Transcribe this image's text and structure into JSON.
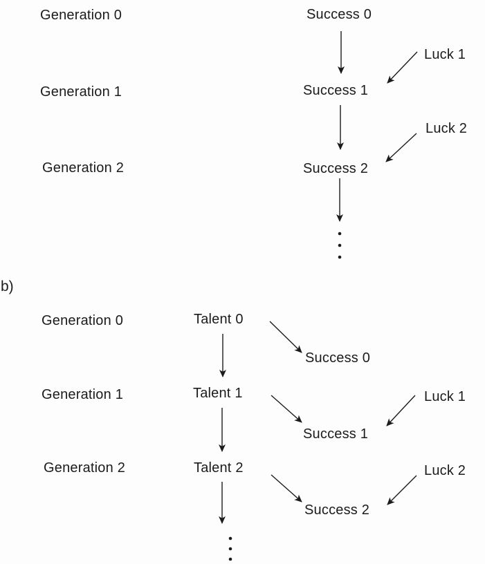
{
  "figure": {
    "panel_label": "b)",
    "ink_color": "#1b1b1b",
    "background_color": "#fdfdfd"
  },
  "diagram_a": {
    "generations": [
      "Generation 0",
      "Generation 1",
      "Generation 2"
    ],
    "successes": [
      "Success 0",
      "Success 1",
      "Success 2"
    ],
    "lucks": [
      "Luck 1",
      "Luck 2"
    ],
    "edges": [
      "Success 0 -> Success 1",
      "Success 1 -> Success 2",
      "Success 2 -> (continues)",
      "Luck 1 -> Success 1",
      "Luck 2 -> Success 2"
    ]
  },
  "diagram_b": {
    "generations": [
      "Generation 0",
      "Generation 1",
      "Generation 2"
    ],
    "talents": [
      "Talent 0",
      "Talent 1",
      "Talent 2"
    ],
    "successes": [
      "Success 0",
      "Success 1",
      "Success 2"
    ],
    "lucks": [
      "Luck 1",
      "Luck 2"
    ],
    "edges": [
      "Talent 0 -> Talent 1",
      "Talent 1 -> Talent 2",
      "Talent 2 -> (continues)",
      "Talent 0 -> Success 0",
      "Talent 1 -> Success 1",
      "Talent 2 -> Success 2",
      "Luck 1 -> Success 1",
      "Luck 2 -> Success 2"
    ]
  }
}
